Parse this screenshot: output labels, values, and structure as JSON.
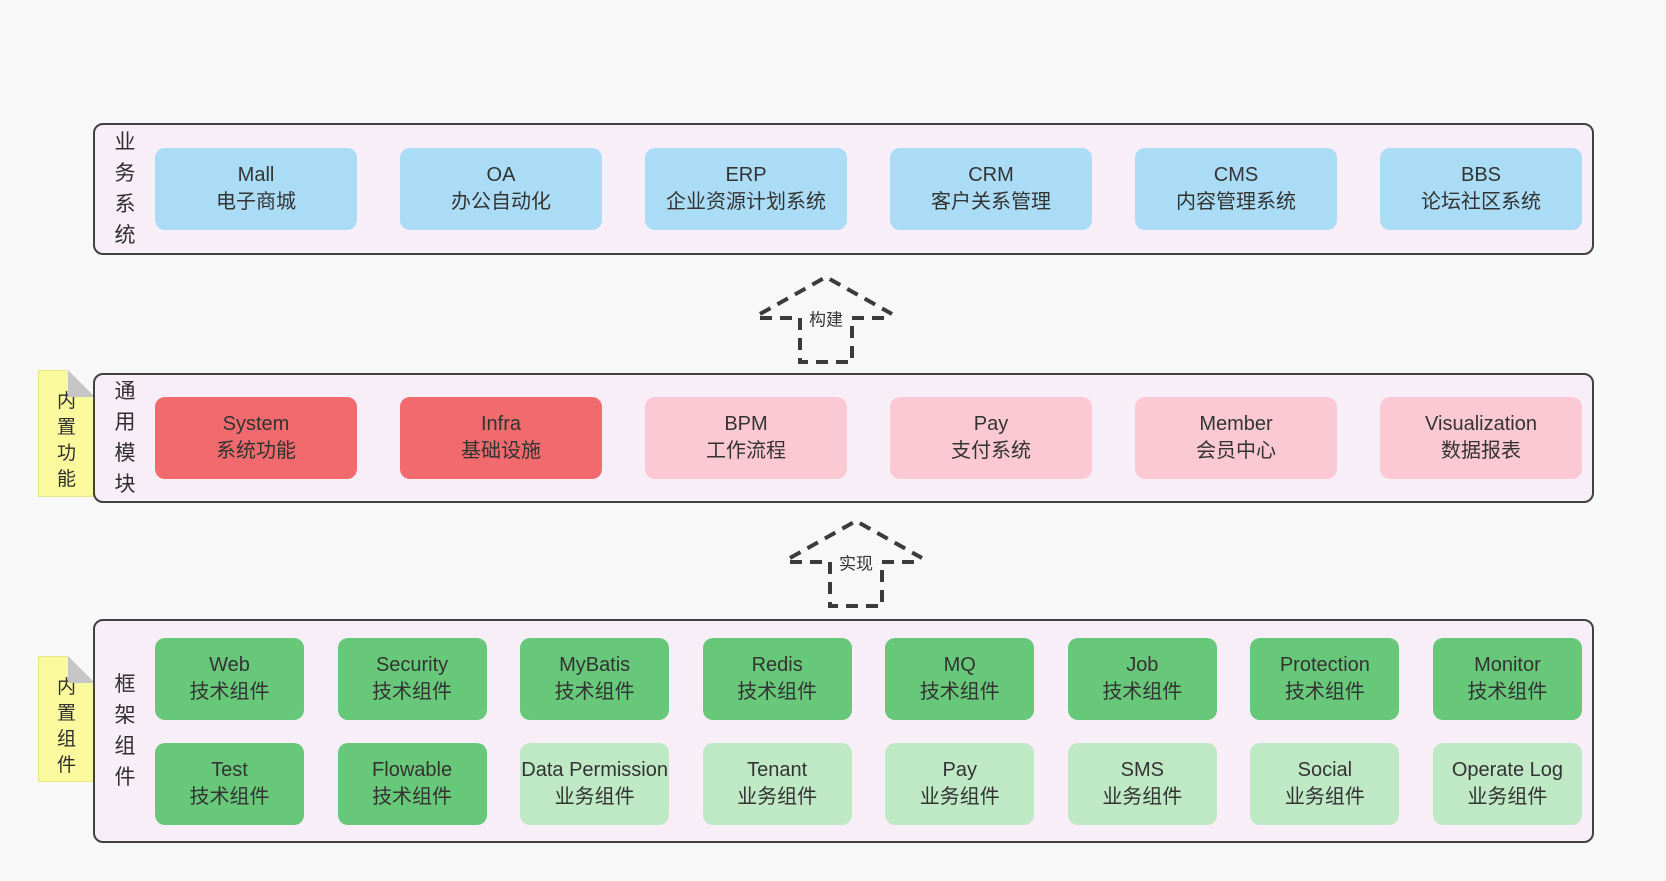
{
  "layers": [
    {
      "label": "业务系统",
      "boxes": [
        {
          "name": "Mall",
          "desc": "电子商城",
          "variant": "blue"
        },
        {
          "name": "OA",
          "desc": "办公自动化",
          "variant": "blue"
        },
        {
          "name": "ERP",
          "desc": "企业资源计划系统",
          "variant": "blue"
        },
        {
          "name": "CRM",
          "desc": "客户关系管理",
          "variant": "blue"
        },
        {
          "name": "CMS",
          "desc": "内容管理系统",
          "variant": "blue"
        },
        {
          "name": "BBS",
          "desc": "论坛社区系统",
          "variant": "blue"
        }
      ]
    },
    {
      "label": "通用模块",
      "note": "内置功能",
      "boxes": [
        {
          "name": "System",
          "desc": "系统功能",
          "variant": "red"
        },
        {
          "name": "Infra",
          "desc": "基础设施",
          "variant": "red"
        },
        {
          "name": "BPM",
          "desc": "工作流程",
          "variant": "pink"
        },
        {
          "name": "Pay",
          "desc": "支付系统",
          "variant": "pink"
        },
        {
          "name": "Member",
          "desc": "会员中心",
          "variant": "pink"
        },
        {
          "name": "Visualization",
          "desc": "数据报表",
          "variant": "pink"
        }
      ]
    },
    {
      "label": "框架组件",
      "note": "内置组件",
      "rows": [
        [
          {
            "name": "Web",
            "desc": "技术组件",
            "variant": "green"
          },
          {
            "name": "Security",
            "desc": "技术组件",
            "variant": "green"
          },
          {
            "name": "MyBatis",
            "desc": "技术组件",
            "variant": "green"
          },
          {
            "name": "Redis",
            "desc": "技术组件",
            "variant": "green"
          },
          {
            "name": "MQ",
            "desc": "技术组件",
            "variant": "green"
          },
          {
            "name": "Job",
            "desc": "技术组件",
            "variant": "green"
          },
          {
            "name": "Protection",
            "desc": "技术组件",
            "variant": "green"
          },
          {
            "name": "Monitor",
            "desc": "技术组件",
            "variant": "green"
          }
        ],
        [
          {
            "name": "Test",
            "desc": "技术组件",
            "variant": "green"
          },
          {
            "name": "Flowable",
            "desc": "技术组件",
            "variant": "green"
          },
          {
            "name": "Data Permission",
            "desc": "业务组件",
            "variant": "green-light"
          },
          {
            "name": "Tenant",
            "desc": "业务组件",
            "variant": "green-light"
          },
          {
            "name": "Pay",
            "desc": "业务组件",
            "variant": "green-light"
          },
          {
            "name": "SMS",
            "desc": "业务组件",
            "variant": "green-light"
          },
          {
            "name": "Social",
            "desc": "业务组件",
            "variant": "green-light"
          },
          {
            "name": "Operate Log",
            "desc": "业务组件",
            "variant": "green-light"
          }
        ]
      ]
    }
  ],
  "arrows": [
    {
      "label": "构建"
    },
    {
      "label": "实现"
    }
  ],
  "colors": {
    "page_bg": "#f8f8f8",
    "panel_bg": "#f8eef7",
    "panel_border": "#414141",
    "blue": "#abdcf5",
    "red": "#f06a6e",
    "pink": "#fbc9d3",
    "green": "#68c879",
    "green_light": "#bfe9c4",
    "note_yellow": "#fbf99e",
    "fold_gray": "#c6c6c6",
    "text": "#333333"
  }
}
